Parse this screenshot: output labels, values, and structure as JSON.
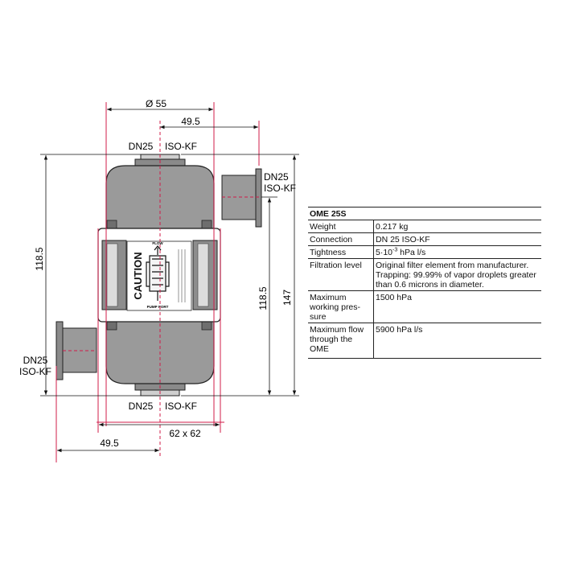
{
  "dimensions": {
    "diameter": "Ø 55",
    "offset_top": "49.5",
    "offset_bottom": "49.5",
    "height_left": "118.5",
    "height_right": "118.5",
    "total_height": "147",
    "footprint": "62 x 62"
  },
  "ports": {
    "top_dn": "DN25",
    "top_iso": "ISO-KF",
    "bottom_dn": "DN25",
    "bottom_iso": "ISO-KF",
    "right_dn": "DN25",
    "right_iso": "ISO-KF",
    "left_dn": "DN25",
    "left_iso": "ISO-KF"
  },
  "label": {
    "caution": "CAUTION",
    "flow": "FLOW",
    "pump_port": "PUMP PORT"
  },
  "spec_table": {
    "title": "OME 25S",
    "rows": {
      "weight": {
        "key": "Weight",
        "value": "0.217 kg"
      },
      "connection": {
        "key": "Connection",
        "value": "DN 25 ISO-KF"
      },
      "tightness": {
        "key": "Tightness",
        "value_base": "5·10",
        "value_exp": "-3",
        "value_unit": " hPa l/s"
      },
      "filtration": {
        "key": "Filtration level",
        "value": "Original filter element from manufacturer. Trapping: 99.99% of vapor droplets greater than 0.6 microns in diameter."
      },
      "pressure": {
        "key": "Maximum working pres-sure",
        "value": "1500 hPa"
      },
      "flow": {
        "key": "Maximum flow through the OME",
        "value": "5900 hPa l/s"
      }
    }
  },
  "colors": {
    "dimension_line": "#d01c4a",
    "body_gray": "#9a9a9a",
    "body_dark": "#7d7d7d",
    "outline": "#222222"
  }
}
